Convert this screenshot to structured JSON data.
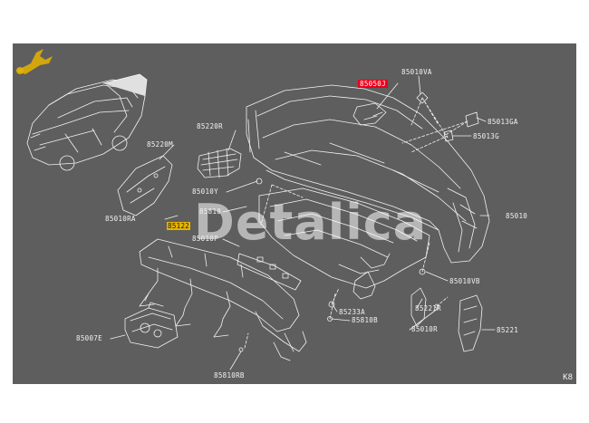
{
  "diagram": {
    "labels": [
      {
        "id": "85050J",
        "text": "85050J",
        "highlight": "red"
      },
      {
        "id": "85010VA",
        "text": "85010VA"
      },
      {
        "id": "85013GA",
        "text": "85013GA"
      },
      {
        "id": "85013G",
        "text": "85013G"
      },
      {
        "id": "85220R",
        "text": "85220R"
      },
      {
        "id": "85220M",
        "text": "85220M"
      },
      {
        "id": "85010Y",
        "text": "85010Y"
      },
      {
        "id": "85810",
        "text": "85810"
      },
      {
        "id": "85010RA",
        "text": "85010RA"
      },
      {
        "id": "85122",
        "text": "85122",
        "highlight": "yellow"
      },
      {
        "id": "85010P",
        "text": "85010P"
      },
      {
        "id": "85010",
        "text": "85010"
      },
      {
        "id": "85010VB",
        "text": "85010VB"
      },
      {
        "id": "85221R",
        "text": "85221R"
      },
      {
        "id": "85233A",
        "text": "85233A"
      },
      {
        "id": "85810B",
        "text": "85810B"
      },
      {
        "id": "85010R",
        "text": "85010R"
      },
      {
        "id": "85221",
        "text": "85221"
      },
      {
        "id": "85007E",
        "text": "85007E"
      },
      {
        "id": "85810RB",
        "text": "85810RB"
      }
    ],
    "watermark": "Detalica",
    "corner_code": "K8",
    "colors": {
      "background": "#5e5e5e",
      "line": "#f2f2f2",
      "highlight": "#e8001c",
      "accent": "#e6b400"
    }
  }
}
